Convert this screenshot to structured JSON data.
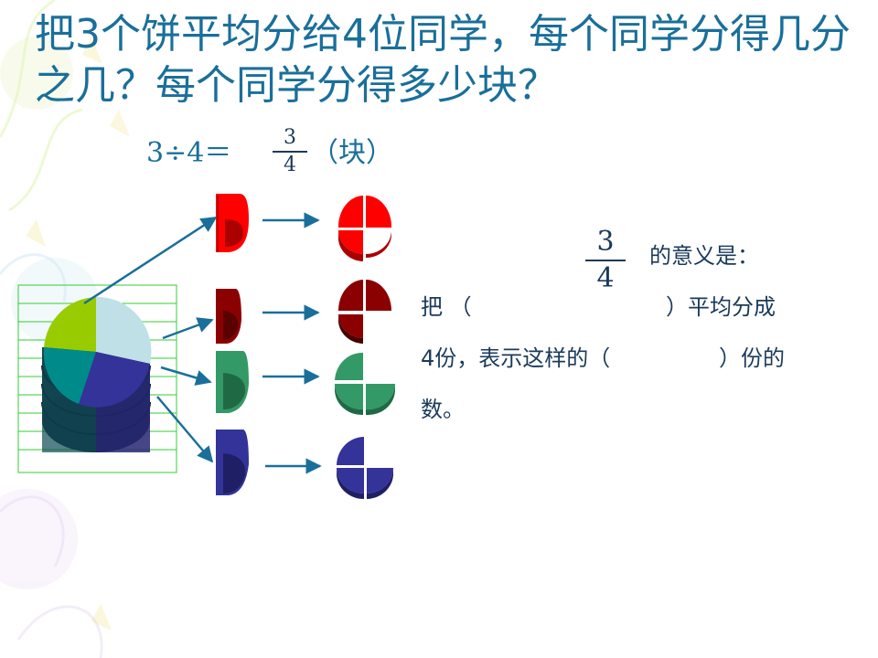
{
  "title": "把3个饼平均分给4位同学，每个同学分得几分之几？每个同学分得多少块？",
  "equation": {
    "lhs": "3÷4＝",
    "numerator": "3",
    "denominator": "4",
    "unit": "（块）"
  },
  "meaning": {
    "numerator": "3",
    "denominator": "4",
    "suffix": "的意义是：",
    "line1_start": "把 （",
    "line1_end": "）平均分成",
    "line2_start": "4份，表示这样的（",
    "line2_end": "）份的",
    "line3": "数。"
  },
  "colors": {
    "title": "#1a6f9a",
    "text": "#1a3a5a",
    "arrow": "#1a6f9a",
    "red": "#ff0000",
    "darkred": "#8b0000",
    "green": "#339966",
    "navy": "#333399",
    "lime": "#99cc00",
    "teal": "#008080",
    "lightblue": "#bfe0e6",
    "gridline": "#33cc33"
  },
  "icons": [
    "pie-stack-icon",
    "pie-slice-icon",
    "quarter-pie-icon",
    "arrow-icon"
  ]
}
